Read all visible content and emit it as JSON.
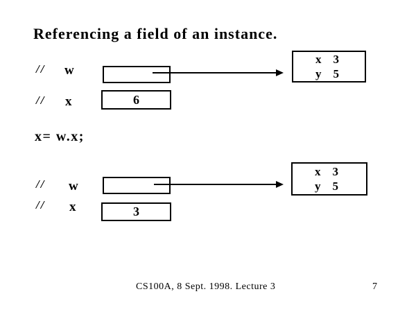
{
  "colors": {
    "ink": "#000000",
    "background": "#ffffff"
  },
  "slide": {
    "title": "Referencing a field of an instance.",
    "statement": "x= w.x;",
    "footer_text": "CS100A, 8 Sept. 1998. Lecture 3",
    "page_number": "7"
  },
  "comment_marker": "//",
  "state_before": {
    "w": {
      "label": "w",
      "box_value": ""
    },
    "x": {
      "label": "x",
      "box_value": "6"
    },
    "object": {
      "fields": [
        {
          "name": "x",
          "value": "3"
        },
        {
          "name": "y",
          "value": "5"
        }
      ]
    }
  },
  "state_after": {
    "w": {
      "label": "w",
      "box_value": ""
    },
    "x": {
      "label": "x",
      "box_value": "3"
    },
    "object": {
      "fields": [
        {
          "name": "x",
          "value": "3"
        },
        {
          "name": "y",
          "value": "5"
        }
      ]
    }
  }
}
